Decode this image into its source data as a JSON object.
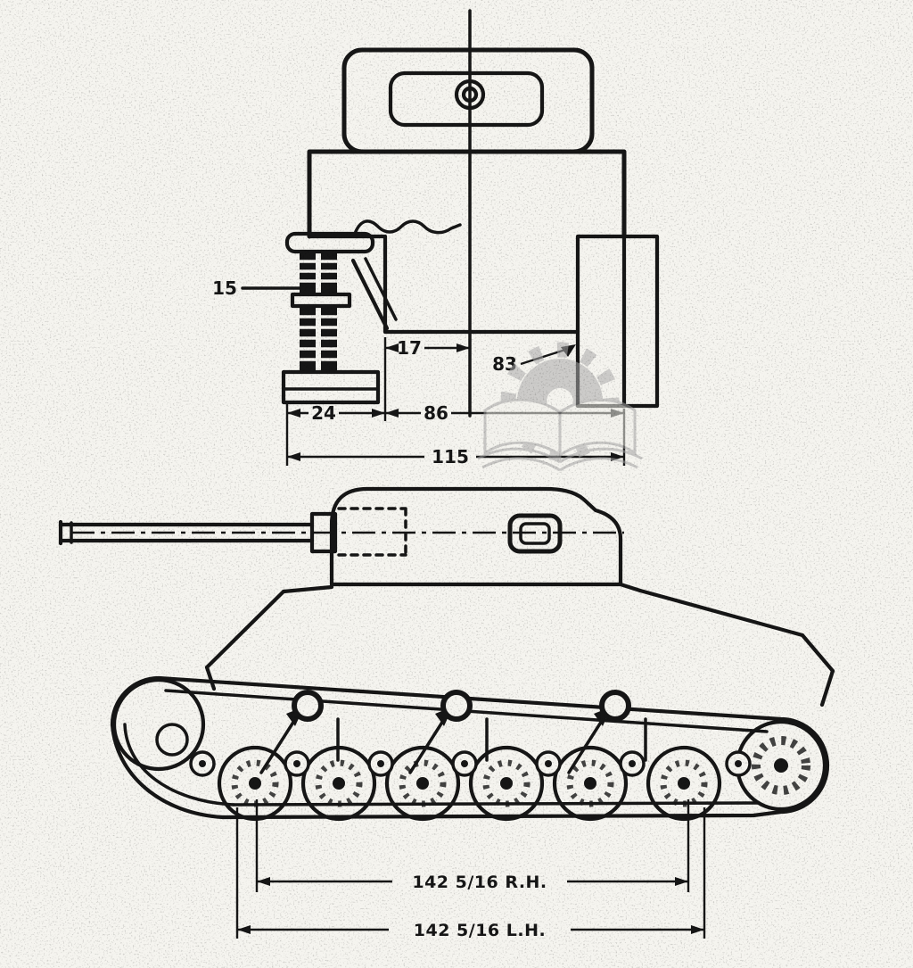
{
  "colors": {
    "ink": "#161616",
    "paper": "#f5f4ef",
    "watermark": "#ababab"
  },
  "front_view": {
    "labels": {
      "part_leader": "15",
      "dim_1": "17",
      "dim_2": "83",
      "dim_3": "24",
      "dim_4": "86",
      "dim_5": "115"
    }
  },
  "side_view": {
    "labels": {
      "track_rh": "142 5/16 R.H.",
      "track_lh": "142 5/16 L.H."
    }
  }
}
